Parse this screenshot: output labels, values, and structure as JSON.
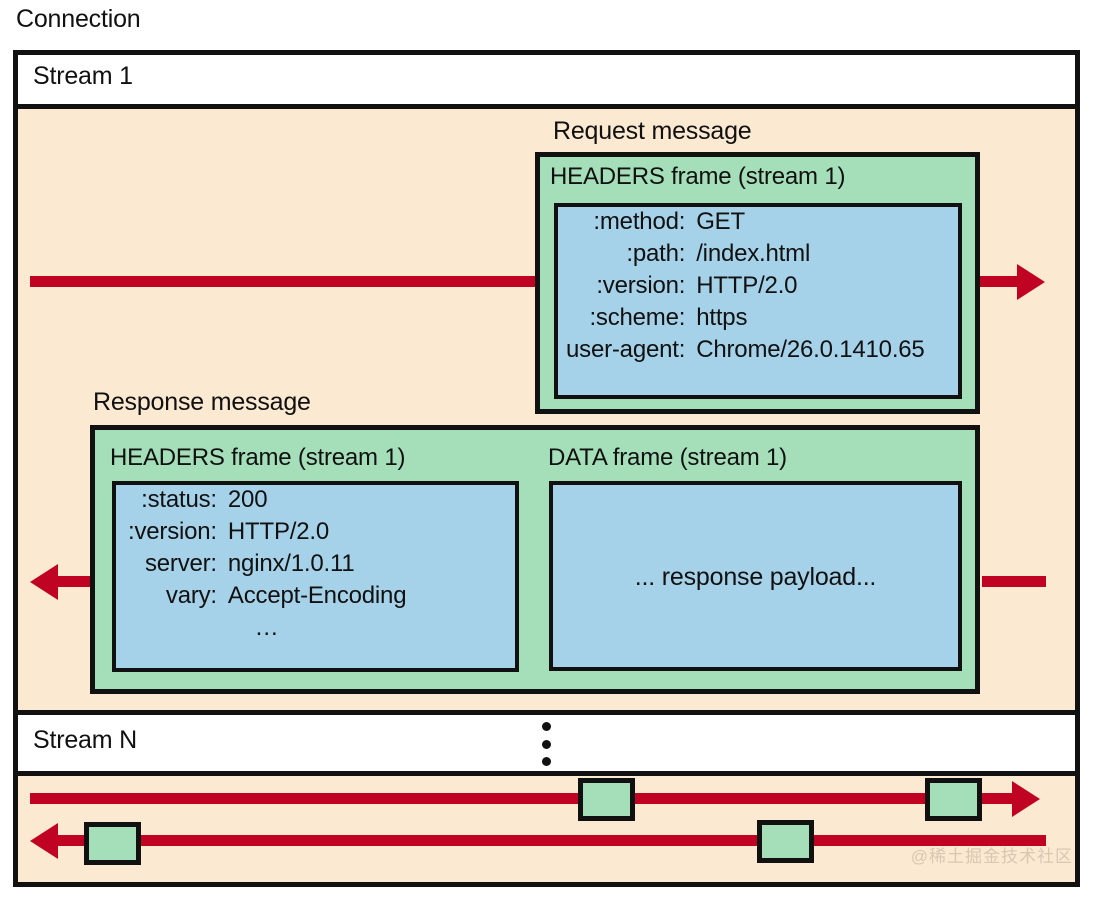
{
  "connection": {
    "label": "Connection"
  },
  "streams": [
    {
      "id": "stream-1",
      "header_label": "Stream 1"
    },
    {
      "id": "stream-n",
      "header_label": "Stream N"
    }
  ],
  "ellipsis": {
    "glyph": "vertical-ellipsis"
  },
  "request_message": {
    "caption": "Request message",
    "frame_title": "HEADERS frame (stream 1)",
    "headers": [
      {
        "key": ":method:",
        "value": "GET"
      },
      {
        "key": ":path:",
        "value": "/index.html"
      },
      {
        "key": ":version:",
        "value": "HTTP/2.0"
      },
      {
        "key": ":scheme:",
        "value": "https"
      },
      {
        "key": "user-agent:",
        "value": "Chrome/26.0.1410.65"
      }
    ]
  },
  "response_message": {
    "caption": "Response message",
    "headers_frame": {
      "title": "HEADERS frame (stream 1)",
      "headers": [
        {
          "key": ":status:",
          "value": "200"
        },
        {
          "key": ":version:",
          "value": "HTTP/2.0"
        },
        {
          "key": "server:",
          "value": "nginx/1.0.11"
        },
        {
          "key": "vary:",
          "value": "Accept-Encoding"
        }
      ],
      "more_indicator": "..."
    },
    "data_frame": {
      "title": "DATA frame (stream 1)",
      "payload_text": "... response payload..."
    }
  },
  "stream_n": {
    "arrows": [
      {
        "direction": "right",
        "frames": 2
      },
      {
        "direction": "left",
        "frames": 2
      }
    ]
  },
  "watermark": {
    "text": "@稀土掘金技术社区"
  },
  "colors": {
    "frame_green": "#a5dfba",
    "payload_blue": "#a6d2e9",
    "stream_cream": "#fbe9d2",
    "arrow_red": "#c00323",
    "outline_black": "#111111",
    "header_white": "#ffffff"
  }
}
